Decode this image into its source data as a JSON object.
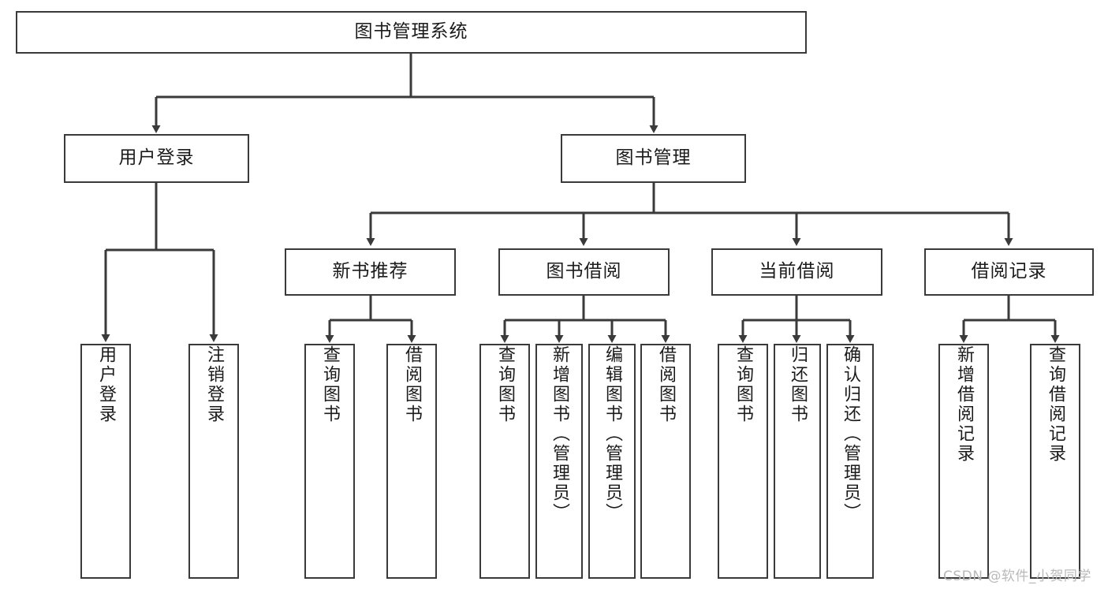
{
  "diagram": {
    "title": "图书管理系统",
    "watermark": "CSDN @软件_小贺同学",
    "line_color": "#3a3a3a",
    "background_color": "#ffffff",
    "text_color": "#1b1b1b",
    "watermark_color": "#b9b9b9"
  },
  "nodes": {
    "root": {
      "label": "图书管理系统"
    },
    "level1": [
      {
        "label": "用户登录"
      },
      {
        "label": "图书管理"
      }
    ],
    "level2": [
      {
        "label": "新书推荐"
      },
      {
        "label": "图书借阅"
      },
      {
        "label": "当前借阅"
      },
      {
        "label": "借阅记录"
      }
    ],
    "leaves": {
      "user_login": [
        {
          "label": "用户登录"
        },
        {
          "label": "注销登录"
        }
      ],
      "new_book_recommend": [
        {
          "label": "查询图书"
        },
        {
          "label": "借阅图书"
        }
      ],
      "book_borrow": [
        {
          "label": "查询图书"
        },
        {
          "label": "新增图书（管理员）"
        },
        {
          "label": "编辑图书（管理员）"
        },
        {
          "label": "借阅图书"
        }
      ],
      "current_borrow": [
        {
          "label": "查询图书"
        },
        {
          "label": "归还图书"
        },
        {
          "label": "确认归还（管理员）"
        }
      ],
      "borrow_record": [
        {
          "label": "新增借阅记录"
        },
        {
          "label": "查询借阅记录"
        }
      ]
    }
  }
}
